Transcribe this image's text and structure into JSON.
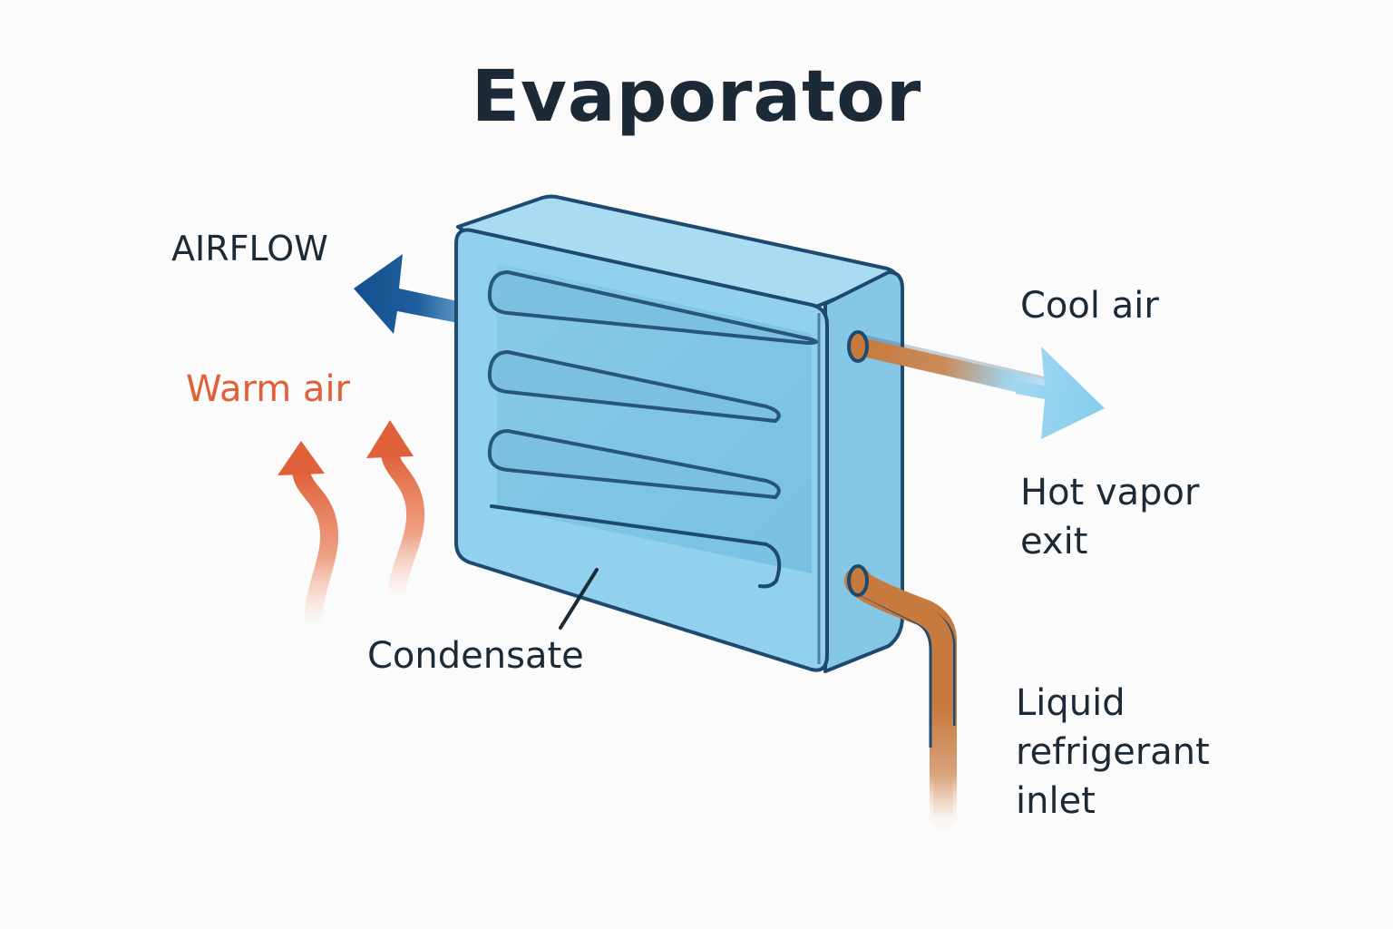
{
  "title": "Evaporator",
  "labels": {
    "airflow": "AIRFLOW",
    "warm_air": "Warm air",
    "cool_air": "Cool air",
    "hot_vapor_exit": "Hot vapor\nexit",
    "condensate": "Condensate",
    "liquid_inlet": "Liquid\nrefrigerant\ninlet"
  },
  "colors": {
    "title_text": "#1b2a36",
    "warm": "#e0603a",
    "airflow_arrow": "#15508e",
    "cool_arrow": "#8fd0ef",
    "coil_body": "#92d1ee",
    "coil_inner": "#6fb9dc",
    "outline": "#1f4a70",
    "pipe": "#c77a3e"
  }
}
